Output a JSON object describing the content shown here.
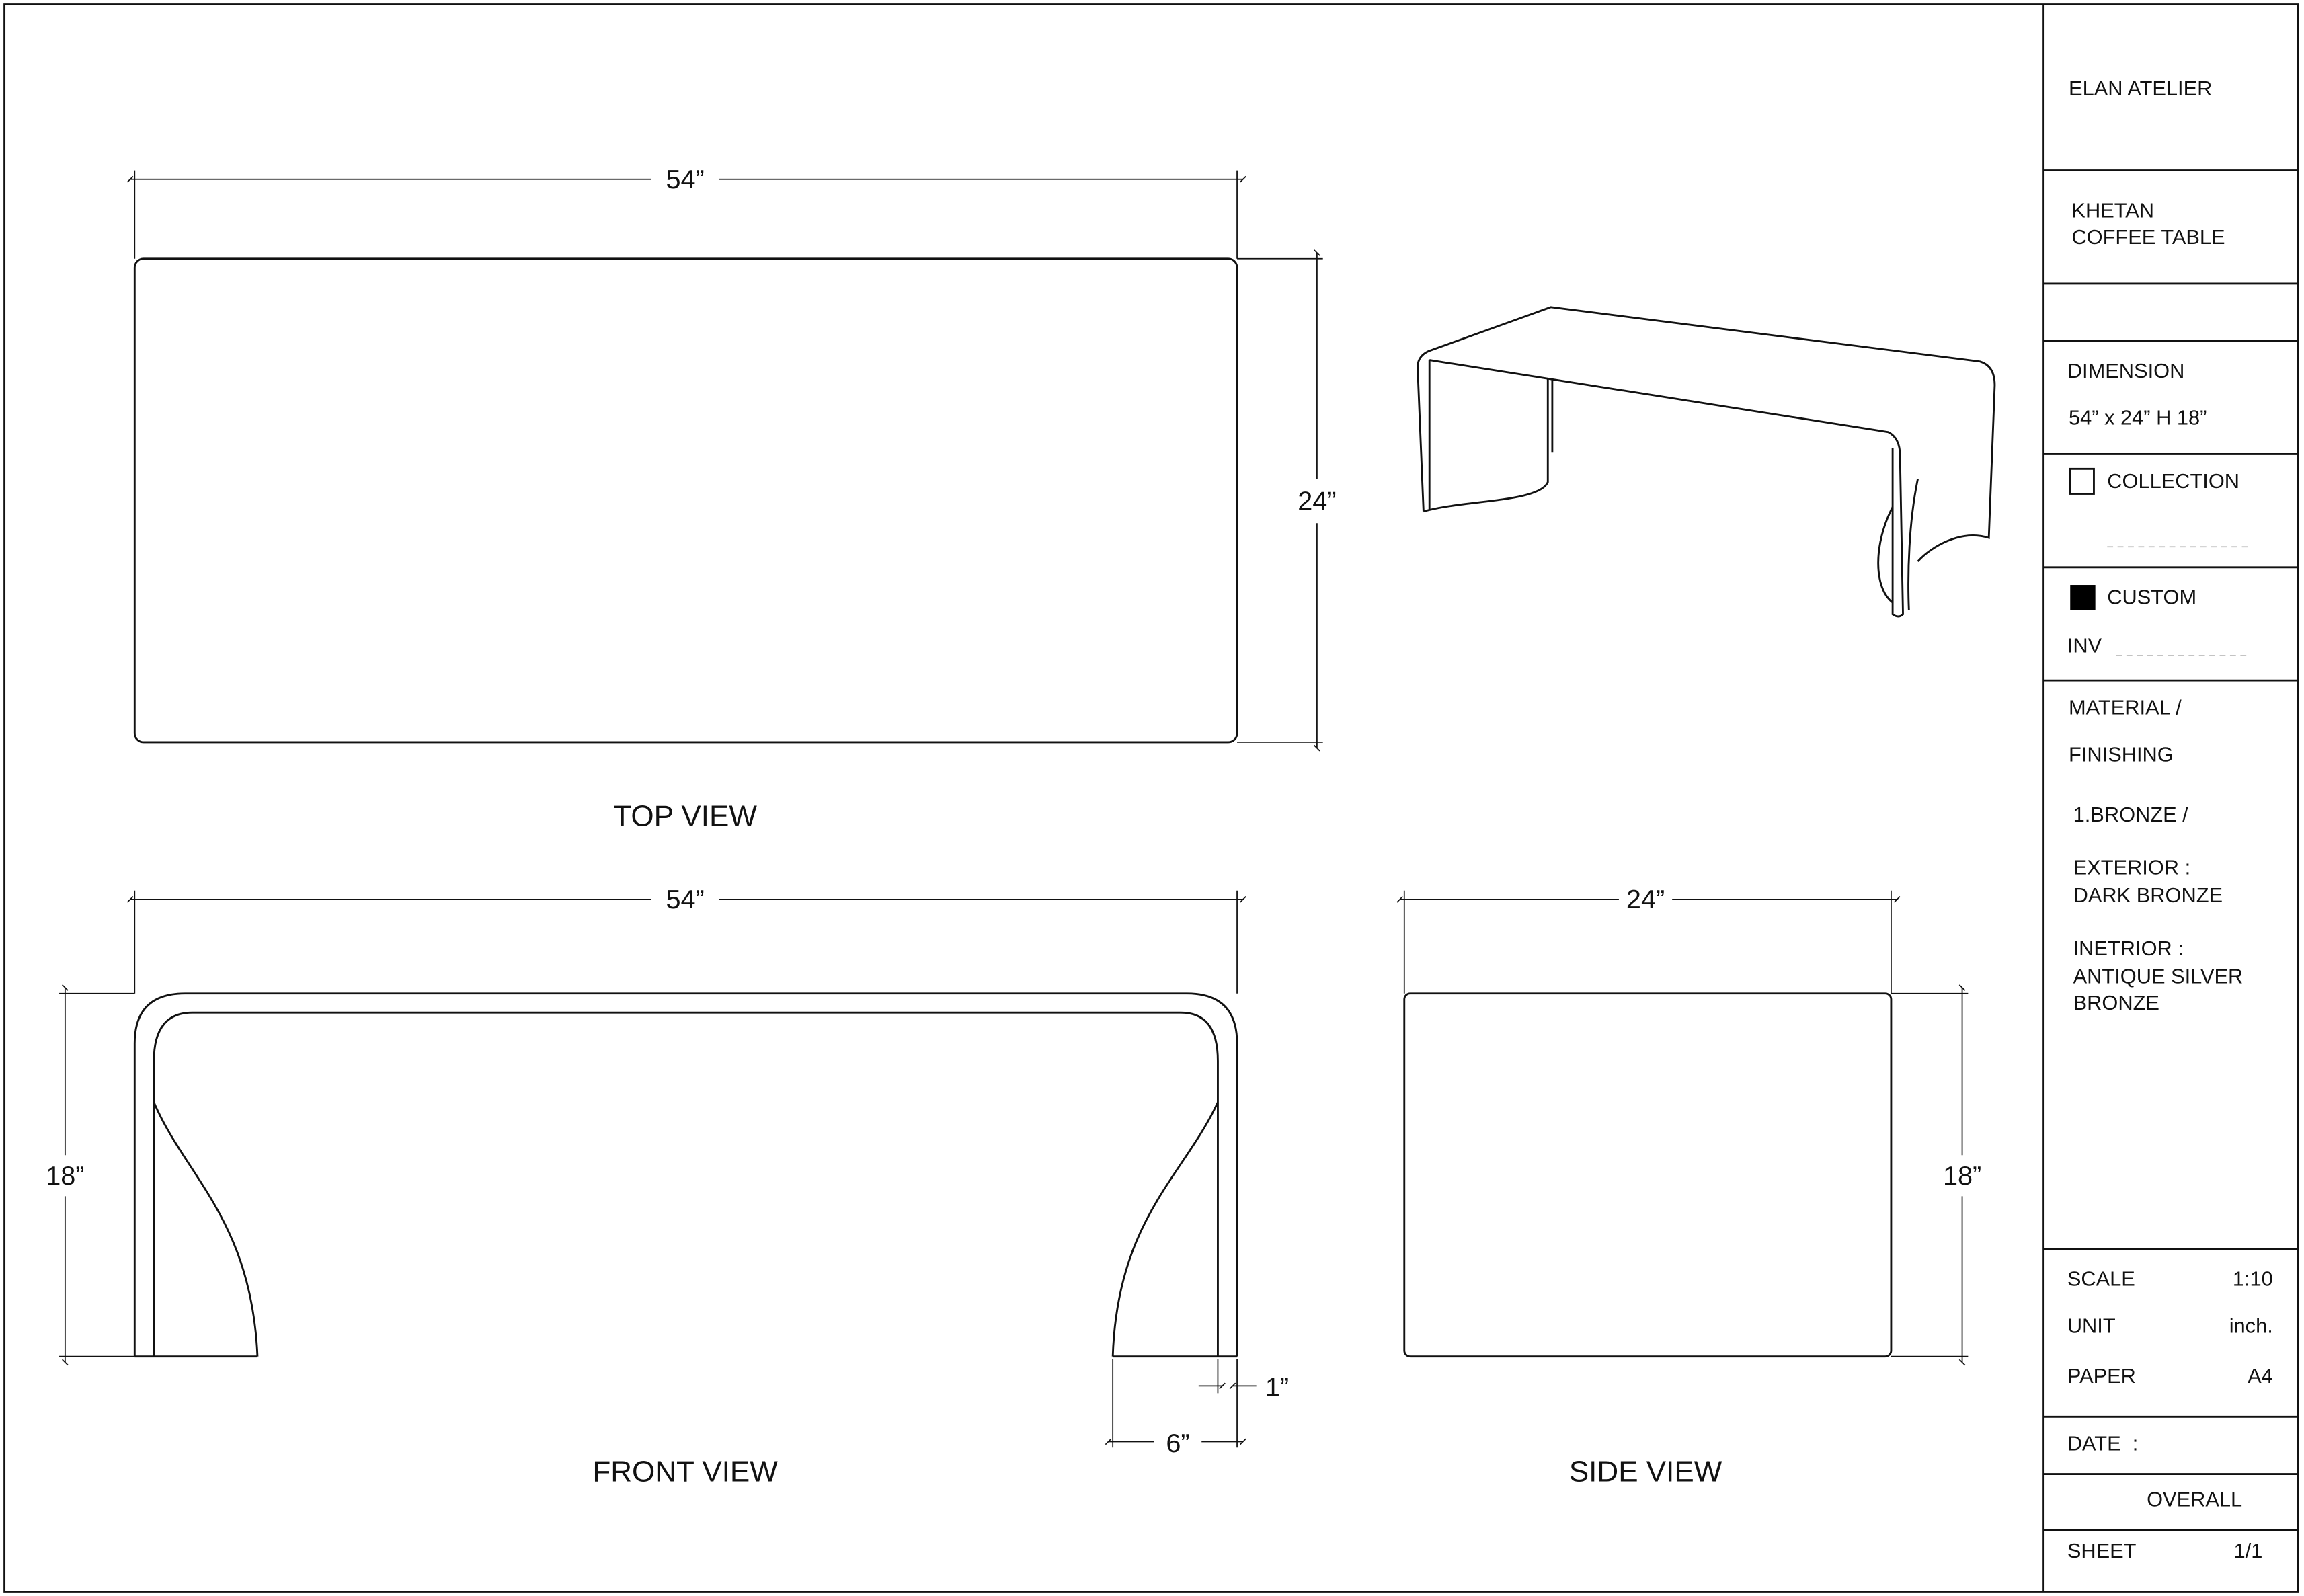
{
  "title_block": {
    "company": "ELAN ATELIER",
    "product_line1": "KHETAN",
    "product_line2": "COFFEE TABLE",
    "dimension_label": "DIMENSION",
    "dimension_value": "54” x 24” H 18”",
    "collection_label": "COLLECTION",
    "collection_checked": false,
    "custom_label": "CUSTOM",
    "custom_checked": true,
    "inv_label": "INV",
    "material_label1": "MATERIAL /",
    "material_label2": "FINISHING",
    "material_1": "1.BRONZE /",
    "exterior_label": "EXTERIOR :",
    "exterior_value": "DARK BRONZE",
    "interior_label": "INETRIOR :",
    "interior_value1": "ANTIQUE SILVER",
    "interior_value2": "BRONZE",
    "scale_label": "SCALE",
    "scale_value": "1:10",
    "unit_label": "UNIT",
    "unit_value": "inch.",
    "paper_label": "PAPER",
    "paper_value": "A4",
    "date_label": "DATE  :",
    "overall": "OVERALL",
    "sheet_label": "SHEET",
    "sheet_value": "1/1"
  },
  "views": {
    "top": {
      "label": "TOP VIEW",
      "width_dim": "54”",
      "depth_dim": "24”"
    },
    "front": {
      "label": "FRONT VIEW",
      "width_dim": "54”",
      "height_dim": "18”",
      "foot_dim": "6”",
      "thickness_dim": "1”"
    },
    "side": {
      "label": "SIDE VIEW",
      "depth_dim": "24”",
      "height_dim": "18”"
    }
  }
}
